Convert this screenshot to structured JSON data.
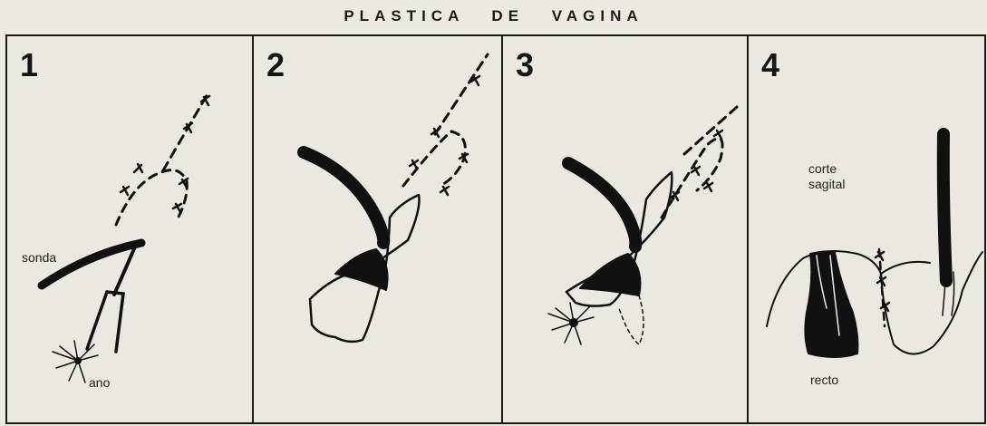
{
  "title": "PLASTICA   DE   VAGINA",
  "panels": [
    {
      "number": "1",
      "labels": {
        "probe": "sonda",
        "anus": "ano"
      }
    },
    {
      "number": "2"
    },
    {
      "number": "3"
    },
    {
      "number": "4",
      "labels": {
        "section": "corte\nsagital",
        "rectum": "recto"
      }
    }
  ]
}
